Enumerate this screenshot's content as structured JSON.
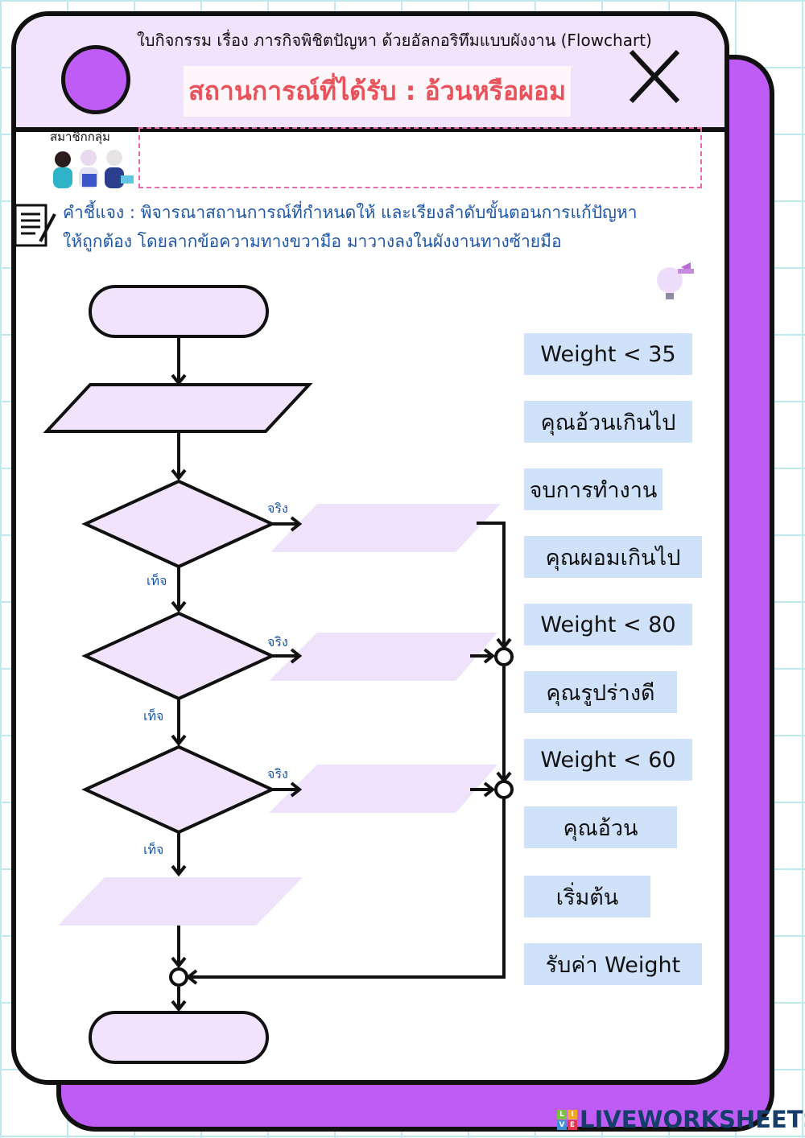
{
  "header": {
    "subtitle": "ใบกิจกรรม เรื่อง ภารกิจพิชิตปัญหา ด้วยอัลกอริทึมแบบผังงาน (Flowchart)",
    "title": "สถานการณ์ที่ได้รับ : อ้วนหรือผอม"
  },
  "members": {
    "label": "สมาชิกกลุ่ม",
    "value": ""
  },
  "instructions": {
    "line1": "คำชี้แจง : พิจารณาสถานการณ์ที่กำหนดให้ และเรียงลำดับขั้นตอนการแก้ปัญหา",
    "line2": "ให้ถูกต้อง โดยลากข้อความทางขวามือ มาวางลงในผังงานทางซ้ายมือ"
  },
  "flow_labels": {
    "true": "จริง",
    "false": "เท็จ"
  },
  "chips": [
    "Weight < 35",
    "คุณอ้วนเกินไป",
    "จบการทำงาน",
    "คุณผอมเกินไป",
    "Weight < 80",
    "คุณรูปร่างดี",
    "Weight < 60",
    "คุณอ้วน",
    "เริ่มต้น",
    "รับค่า Weight"
  ],
  "logo": {
    "text": "LIVEWORKSHEETS",
    "letters": [
      "L",
      "I",
      "V",
      "E"
    ]
  }
}
